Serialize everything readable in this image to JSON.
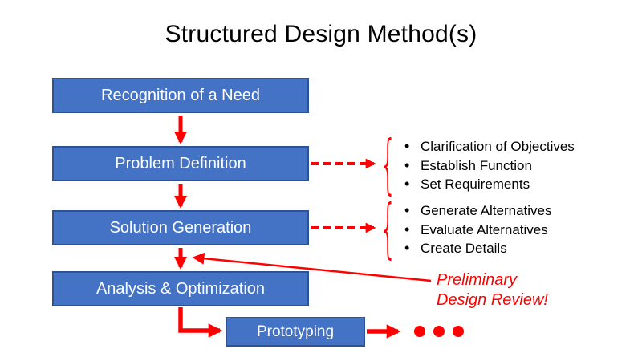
{
  "title": "Structured Design Method(s)",
  "flow": {
    "boxes": [
      {
        "label": "Recognition of a Need"
      },
      {
        "label": "Problem Definition"
      },
      {
        "label": "Solution Generation"
      },
      {
        "label": "Analysis & Optimization"
      },
      {
        "label": "Prototyping"
      }
    ]
  },
  "details": {
    "problem_definition": {
      "items": [
        "Clarification of Objectives",
        "Establish Function",
        "Set Requirements"
      ]
    },
    "solution_generation": {
      "items": [
        "Generate Alternatives",
        "Evaluate Alternatives",
        "Create Details"
      ]
    }
  },
  "annotation": {
    "line1": "Preliminary",
    "line2": "Design Review!"
  },
  "glyphs": {
    "brace": "{"
  },
  "colors": {
    "box_fill": "#4472C4",
    "box_border": "#2E5395",
    "arrow_red": "#FF0000",
    "box_text": "#FFFFFF",
    "body_text": "#000000"
  }
}
